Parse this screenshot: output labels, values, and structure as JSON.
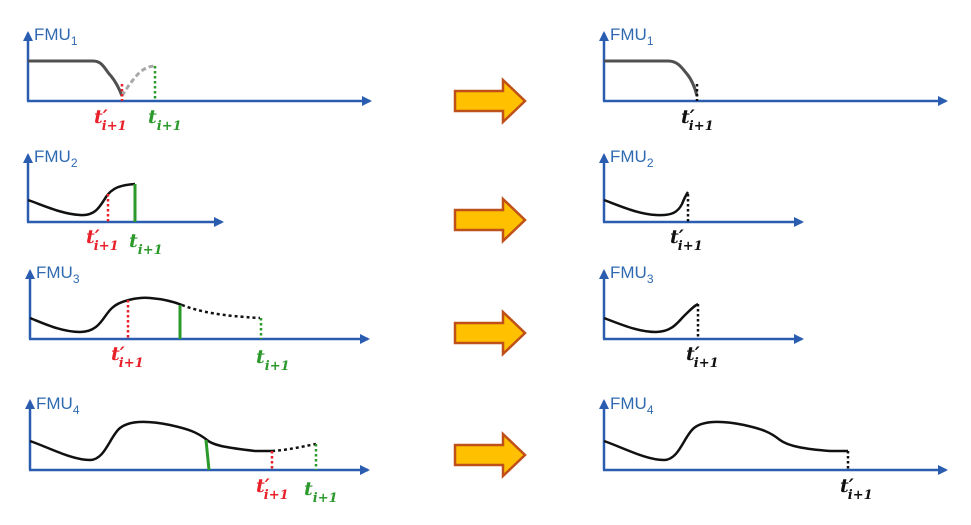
{
  "colors": {
    "axis": "#2a5db0",
    "label": "#2f6ab0",
    "red": "#e8202a",
    "green": "#2b9a2b",
    "curve_dark": "#505050",
    "curve_black": "#111111",
    "curve_gray": "#a8a8a8",
    "arrow_fill": "#ffc000",
    "arrow_stroke": "#c0501a"
  },
  "labels": {
    "fmu_base": "FMU",
    "fmu_subs": [
      "1",
      "2",
      "3",
      "4"
    ],
    "t_prime_base": "t′",
    "t_base": "t",
    "t_sub": "i+1"
  },
  "icons": {
    "transition_arrow": "right-arrow-icon"
  }
}
